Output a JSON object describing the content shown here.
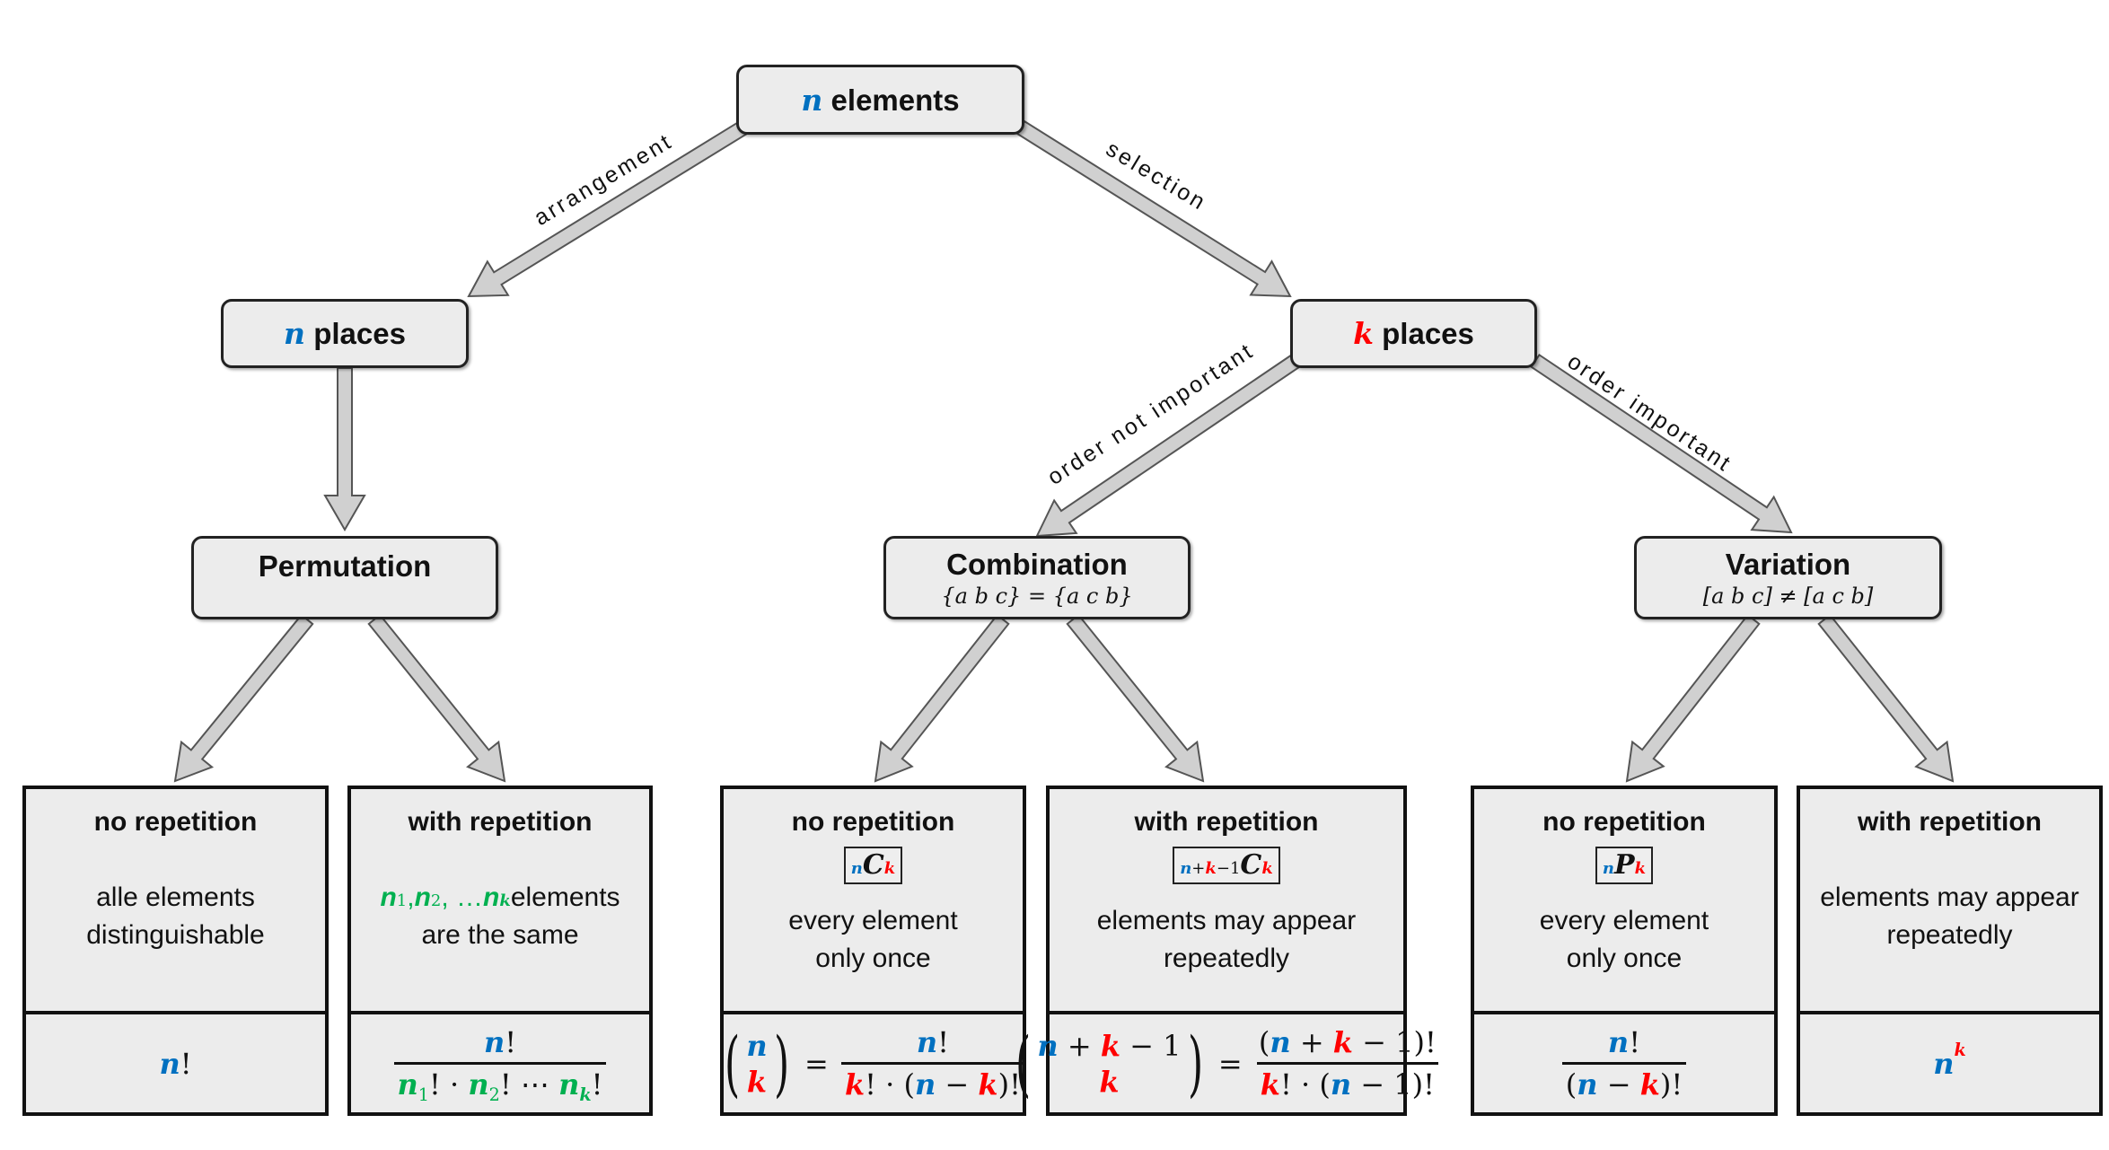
{
  "colors": {
    "blue": "#0070C0",
    "red": "#FF0000",
    "green": "#00B050",
    "black": "#111111",
    "box_fill": "#ECECEC",
    "arrow_fill": "#D0D0D0"
  },
  "nodes": {
    "root": {
      "var": "n",
      "var_color": "blue",
      "label": "elements"
    },
    "n_places": {
      "var": "n",
      "var_color": "blue",
      "label": "places"
    },
    "k_places": {
      "var": "k",
      "var_color": "red",
      "label": "places"
    },
    "permutation": {
      "title": "Permutation"
    },
    "combination": {
      "title": "Combination",
      "example": "{a b c} = {a c b}"
    },
    "variation": {
      "title": "Variation",
      "example": "[a b c] ≠ [a c b]"
    }
  },
  "edges": {
    "arrangement": "arrangement",
    "selection": "selection",
    "order_not_important": "order not important",
    "order_important": "order important"
  },
  "cases": [
    {
      "heading": "no repetition",
      "notation": null,
      "description": [
        [
          {
            "t": "alle elements"
          }
        ],
        [
          {
            "t": "distinguishable"
          }
        ]
      ],
      "formula": [
        {
          "v": "n",
          "c": "blue"
        },
        {
          "s": "!"
        }
      ]
    },
    {
      "heading": "with repetition",
      "notation": null,
      "description": [
        [
          {
            "v": "n",
            "c": "green"
          },
          {
            "sub": [
              {
                "s": "1",
                "c": "green"
              }
            ]
          },
          {
            "s": ",",
            "c": "green"
          },
          {
            "v": "n",
            "c": "green"
          },
          {
            "sub": [
              {
                "s": "2",
                "c": "green"
              }
            ]
          },
          {
            "s": ", …",
            "c": "green"
          },
          {
            "v": "n",
            "c": "green"
          },
          {
            "sub": [
              {
                "v": "k",
                "c": "green"
              }
            ]
          },
          {
            "t": " elements"
          }
        ],
        [
          {
            "t": "are the same"
          }
        ]
      ],
      "formula": [
        {
          "frac": [
            [
              {
                "v": "n",
                "c": "blue"
              },
              {
                "s": "!"
              }
            ],
            [
              {
                "v": "n",
                "c": "green"
              },
              {
                "sub": [
                  {
                    "s": "1",
                    "c": "green"
                  }
                ]
              },
              {
                "s": "! · "
              },
              {
                "v": "n",
                "c": "green"
              },
              {
                "sub": [
                  {
                    "s": "2",
                    "c": "green"
                  }
                ]
              },
              {
                "s": "! ⋯ "
              },
              {
                "v": "n",
                "c": "green"
              },
              {
                "sub": [
                  {
                    "v": "k",
                    "c": "green"
                  }
                ]
              },
              {
                "s": "!"
              }
            ]
          ]
        }
      ]
    },
    {
      "heading": "no repetition",
      "notation": [
        {
          "sub": [
            {
              "v": "n",
              "c": "blue"
            }
          ]
        },
        {
          "v": "C"
        },
        {
          "sub": [
            {
              "v": "k",
              "c": "red"
            }
          ]
        }
      ],
      "description": [
        [
          {
            "t": "every element"
          }
        ],
        [
          {
            "t": "only once"
          }
        ]
      ],
      "formula": [
        {
          "binom": [
            [
              {
                "v": "n",
                "c": "blue"
              }
            ],
            [
              {
                "v": "k",
                "c": "red"
              }
            ]
          ]
        },
        {
          "s": " = "
        },
        {
          "frac": [
            [
              {
                "v": "n",
                "c": "blue"
              },
              {
                "s": "!"
              }
            ],
            [
              {
                "v": "k",
                "c": "red"
              },
              {
                "s": "! · ("
              },
              {
                "v": "n",
                "c": "blue"
              },
              {
                "s": " − "
              },
              {
                "v": "k",
                "c": "red"
              },
              {
                "s": ")!"
              }
            ]
          ]
        }
      ]
    },
    {
      "heading": "with repetition",
      "notation": [
        {
          "sub": [
            {
              "v": "n",
              "c": "blue"
            },
            {
              "s": "+"
            },
            {
              "v": "k",
              "c": "red"
            },
            {
              "s": "−1"
            }
          ]
        },
        {
          "v": "C"
        },
        {
          "sub": [
            {
              "v": "k",
              "c": "red"
            }
          ]
        }
      ],
      "description": [
        [
          {
            "t": "elements may appear"
          }
        ],
        [
          {
            "t": "repeatedly"
          }
        ]
      ],
      "formula": [
        {
          "binom": [
            [
              {
                "v": "n",
                "c": "blue"
              },
              {
                "s": " + "
              },
              {
                "v": "k",
                "c": "red"
              },
              {
                "s": " − 1"
              }
            ],
            [
              {
                "v": "k",
                "c": "red"
              }
            ]
          ]
        },
        {
          "s": " = "
        },
        {
          "frac": [
            [
              {
                "s": "("
              },
              {
                "v": "n",
                "c": "blue"
              },
              {
                "s": " + "
              },
              {
                "v": "k",
                "c": "red"
              },
              {
                "s": " − 1)!"
              }
            ],
            [
              {
                "v": "k",
                "c": "red"
              },
              {
                "s": "! · ("
              },
              {
                "v": "n",
                "c": "blue"
              },
              {
                "s": " − 1)!"
              }
            ]
          ]
        }
      ]
    },
    {
      "heading": "no repetition",
      "notation": [
        {
          "sub": [
            {
              "v": "n",
              "c": "blue"
            }
          ]
        },
        {
          "v": "P"
        },
        {
          "sub": [
            {
              "v": "k",
              "c": "red"
            }
          ]
        }
      ],
      "description": [
        [
          {
            "t": "every element"
          }
        ],
        [
          {
            "t": "only once"
          }
        ]
      ],
      "formula": [
        {
          "frac": [
            [
              {
                "v": "n",
                "c": "blue"
              },
              {
                "s": "!"
              }
            ],
            [
              {
                "s": "("
              },
              {
                "v": "n",
                "c": "blue"
              },
              {
                "s": " − "
              },
              {
                "v": "k",
                "c": "red"
              },
              {
                "s": ")!"
              }
            ]
          ]
        }
      ]
    },
    {
      "heading": "with repetition",
      "notation": null,
      "description": [
        [
          {
            "t": "elements may appear"
          }
        ],
        [
          {
            "t": "repeatedly"
          }
        ]
      ],
      "formula": [
        {
          "v": "n",
          "c": "blue"
        },
        {
          "sup": [
            {
              "v": "k",
              "c": "red"
            }
          ]
        }
      ]
    }
  ]
}
